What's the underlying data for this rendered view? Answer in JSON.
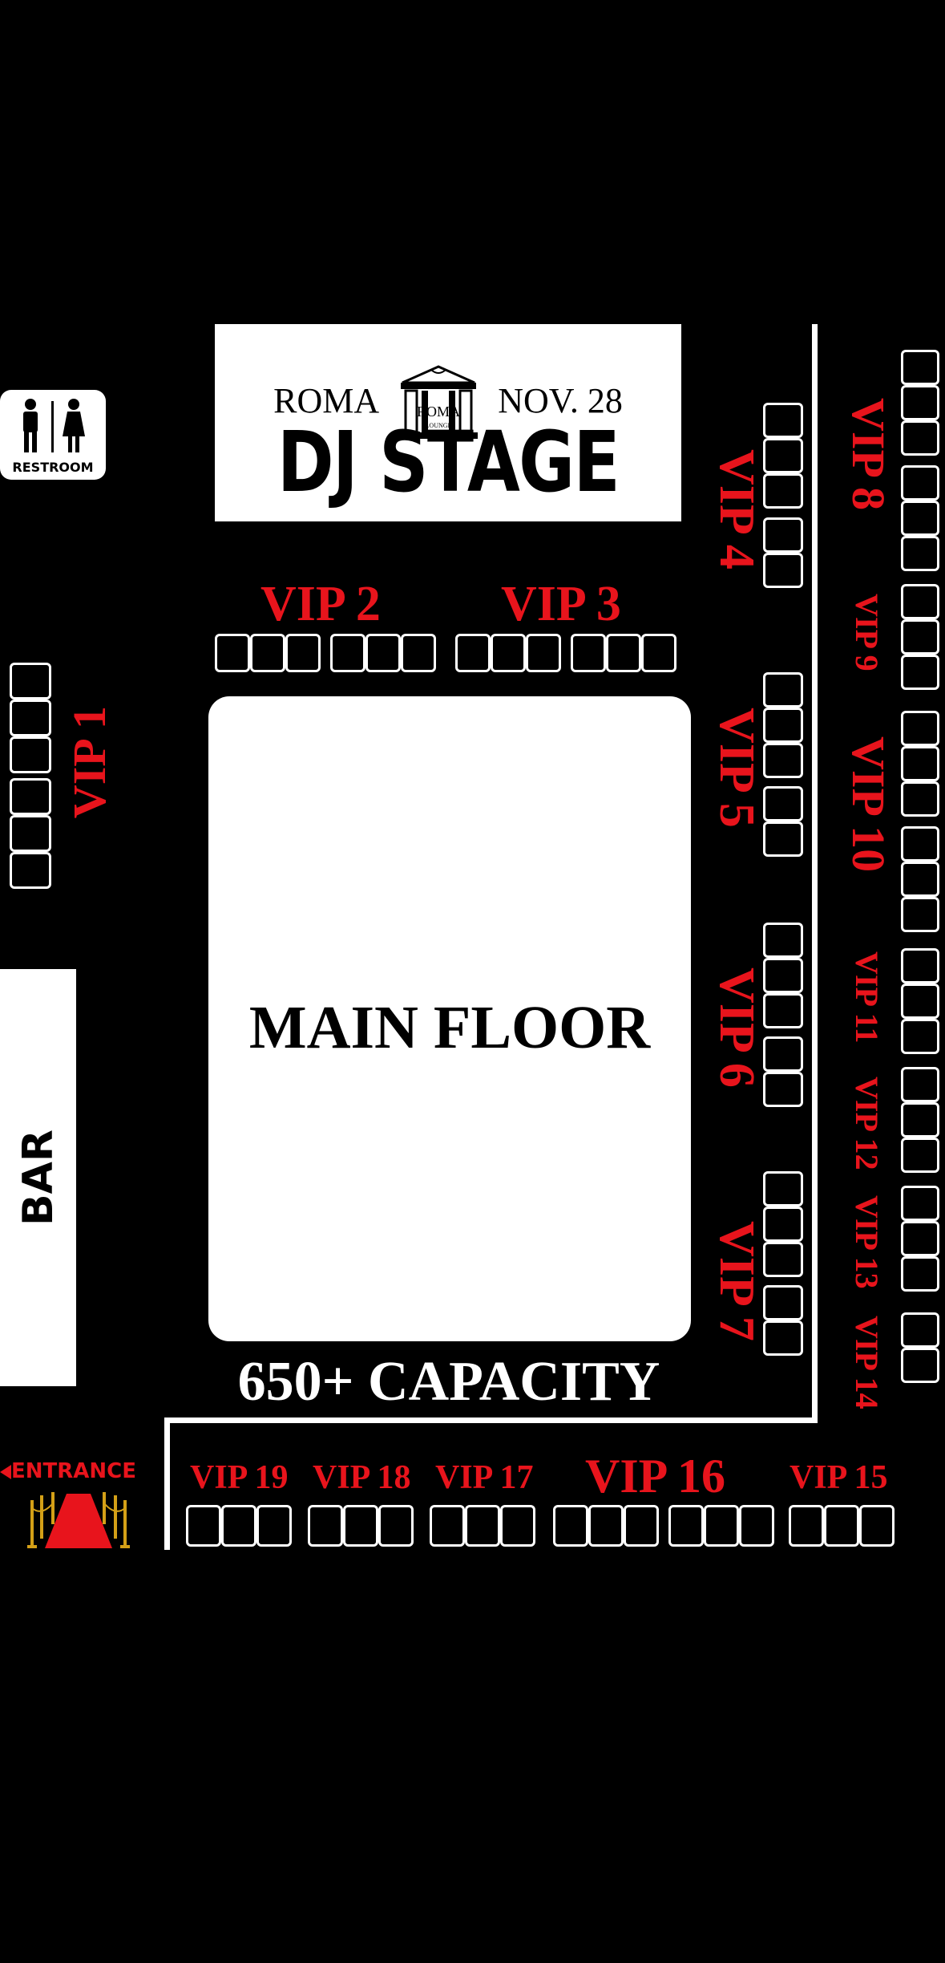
{
  "stage": {
    "left_text": "ROMA",
    "right_text": "NOV. 28",
    "logo_text": "ROMA",
    "logo_subtext": "LOUNGE",
    "title": "DJ STAGE"
  },
  "restroom": {
    "label": "RESTROOM"
  },
  "main_floor": {
    "label": "MAIN FLOOR"
  },
  "capacity": "650+ CAPACITY",
  "bar": {
    "label": "BAR"
  },
  "entrance": {
    "label": "ENTRANCE"
  },
  "vip": {
    "v1": "VIP 1",
    "v2": "VIP 2",
    "v3": "VIP 3",
    "v4": "VIP 4",
    "v5": "VIP 5",
    "v6": "VIP 6",
    "v7": "VIP 7",
    "v8": "VIP 8",
    "v9": "VIP 9",
    "v10": "VIP 10",
    "v11": "VIP 11",
    "v12": "VIP 12",
    "v13": "VIP 13",
    "v14": "VIP 14",
    "v15": "VIP 15",
    "v16": "VIP 16",
    "v17": "VIP 17",
    "v18": "VIP 18",
    "v19": "VIP 19"
  },
  "colors": {
    "background": "#000000",
    "vip_label": "#e8141c",
    "area": "#ffffff"
  }
}
